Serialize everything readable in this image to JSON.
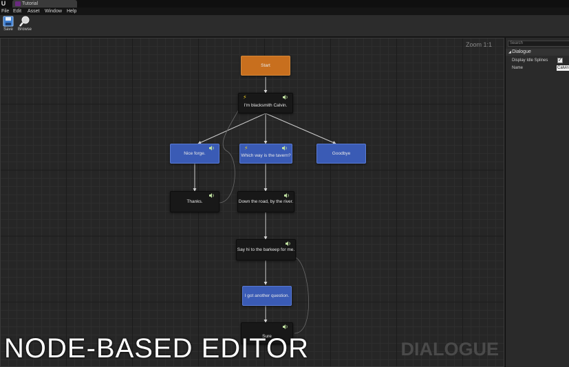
{
  "titlebar": {
    "app_logo": "U",
    "tab_label": "Tutorial"
  },
  "menu": {
    "items": [
      "File",
      "Edit",
      "Asset",
      "Window",
      "Help"
    ]
  },
  "toolbar": {
    "save_label": "Save",
    "browse_label": "Browse"
  },
  "graph": {
    "zoom_label": "Zoom 1:1",
    "watermark": "DIALOGUE",
    "overlay_title": "NODE-BASED EDITOR",
    "nodes": {
      "start": "Start",
      "blacksmith": "I'm blacksmith Calvin.",
      "nice_forge": "Nice forge.",
      "tavern": "Which way is the tavern?",
      "goodbye": "Goodbye",
      "thanks": "Thanks.",
      "down_road": "Down the road, by the river.",
      "barkeep": "Say hi to the barkeep for me.",
      "another_question": "I got another question.",
      "sure": "Sure"
    }
  },
  "details": {
    "search_placeholder": "Search",
    "category": "Dialogue",
    "props": {
      "display_idle_splines_label": "Display Idle Splines",
      "display_idle_splines_value": "✓",
      "name_label": "Name",
      "name_value": "Calvin"
    }
  },
  "colors": {
    "start_node": "#c86f1e",
    "player_node": "#3a5bb5",
    "npc_node": "#181818"
  }
}
